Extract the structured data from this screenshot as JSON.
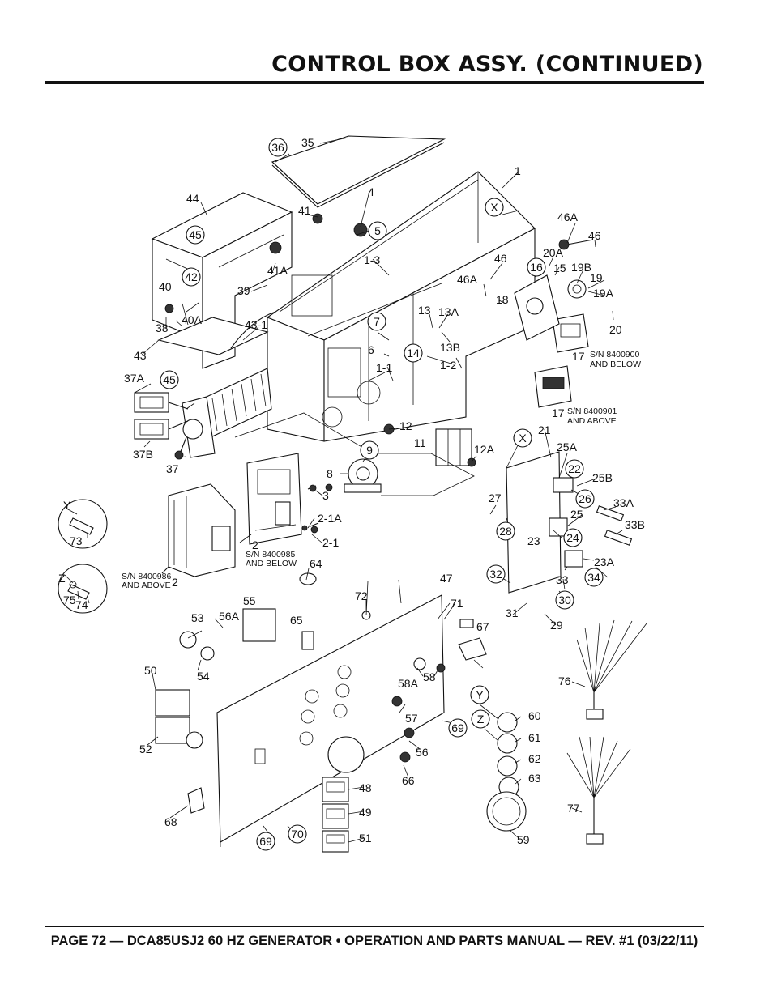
{
  "header": {
    "title": "CONTROL BOX ASSY. (CONTINUED)"
  },
  "footer": {
    "text": "PAGE 72 — DCA85USJ2 60 HZ GENERATOR • OPERATION AND PARTS MANUAL — REV. #1 (03/22/11)"
  },
  "callouts": {
    "c1": "1",
    "c1_1": "1-1",
    "c1_2": "1-2",
    "c1_3": "1-3",
    "c2": "2",
    "c2b": "2",
    "c2_1": "2-1",
    "c2_1A": "2-1A",
    "c3": "3",
    "c4": "4",
    "c5": "5",
    "c6": "6",
    "c7": "7",
    "c8": "8",
    "c9": "9",
    "c11": "11",
    "c12": "12",
    "c12A": "12A",
    "c13": "13",
    "c13A": "13A",
    "c13B": "13B",
    "c14": "14",
    "c15": "15",
    "c16": "16",
    "c17a": "17",
    "c17b": "17",
    "c18": "18",
    "c19": "19",
    "c19A": "19A",
    "c19B": "19B",
    "c20": "20",
    "c20A": "20A",
    "c21": "21",
    "c22": "22",
    "c23": "23",
    "c23A": "23A",
    "c24": "24",
    "c25": "25",
    "c25A": "25A",
    "c25B": "25B",
    "c26": "26",
    "c27": "27",
    "c28": "28",
    "c29": "29",
    "c30": "30",
    "c31": "31",
    "c32": "32",
    "c33": "33",
    "c33A": "33A",
    "c33B": "33B",
    "c34": "34",
    "c35": "35",
    "c36": "36",
    "c37": "37",
    "c37A": "37A",
    "c37B": "37B",
    "c38": "38",
    "c39": "39",
    "c40": "40",
    "c40A": "40A",
    "c41": "41",
    "c41A": "41A",
    "c42": "42",
    "c43": "43",
    "c43_1": "43-1",
    "c44": "44",
    "c45a": "45",
    "c45b": "45",
    "c46a": "46",
    "c46b": "46",
    "c46Aa": "46A",
    "c46Ab": "46A",
    "c47": "47",
    "c48": "48",
    "c49": "49",
    "c50": "50",
    "c51": "51",
    "c52": "52",
    "c53": "53",
    "c54": "54",
    "c55": "55",
    "c56": "56",
    "c56A": "56A",
    "c57": "57",
    "c58": "58",
    "c58A": "58A",
    "c59": "59",
    "c60": "60",
    "c61": "61",
    "c62": "62",
    "c63": "63",
    "c64": "64",
    "c65": "65",
    "c66": "66",
    "c67": "67",
    "c68": "68",
    "c69a": "69",
    "c69b": "69",
    "c70": "70",
    "c71": "71",
    "c72": "72",
    "c73": "73",
    "c74": "74",
    "c75": "75",
    "c76": "76",
    "c77": "77",
    "cXa": "X",
    "cXb": "X",
    "cYa": "Y",
    "cYb": "Y",
    "cZa": "Z",
    "cZb": "Z"
  },
  "notes": {
    "sn_8400900_line1": "S/N 8400900",
    "sn_8400900_line2": "AND BELOW",
    "sn_8400901_line1": "S/N 8400901",
    "sn_8400901_line2": "AND ABOVE",
    "sn_8400985_line1": "S/N 8400985",
    "sn_8400985_line2": "AND BELOW",
    "sn_8400986_line1": "S/N 8400986",
    "sn_8400986_line2": "AND ABOVE"
  }
}
